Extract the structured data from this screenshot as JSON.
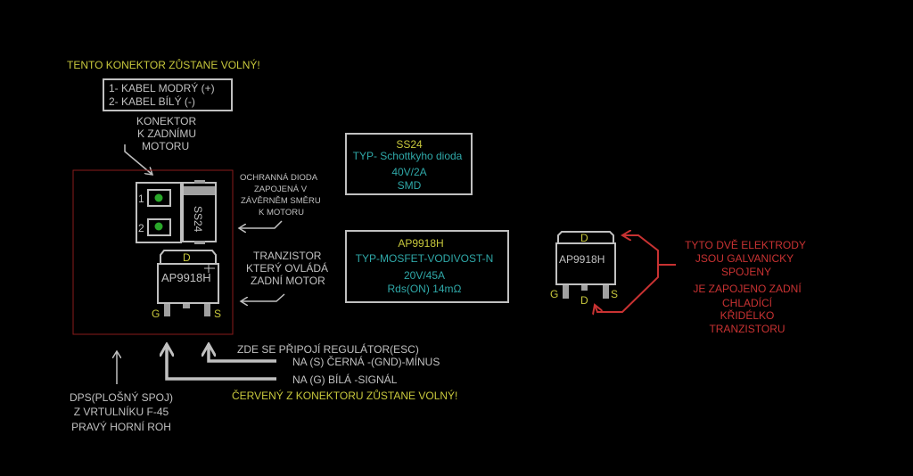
{
  "colors": {
    "background": "#000000",
    "grey": "#c0c0c0",
    "yellow": "#c8c83c",
    "teal": "#2fa8a8",
    "red": "#c83232",
    "board_outline": "#8a1c1c",
    "pad_green": "#2aa82a"
  },
  "top_note": "TENTO KONEKTOR ZŮSTANE VOLNÝ!",
  "cable_box": {
    "line1": "1- KABEL MODRÝ  (+)",
    "line2": "2- KABEL BÍLÝ  (-)"
  },
  "connector_label": [
    "KONEKTOR",
    "K ZADNÍMU",
    "MOTORU"
  ],
  "board": {
    "connector_pins": [
      "1",
      "2"
    ],
    "diode_marking": "SS24",
    "transistor_marking": "AP9918H",
    "pin_labels": {
      "drain": "D",
      "gate": "G",
      "source": "S"
    }
  },
  "diode_note": [
    "OCHRANNÁ DIODA",
    "ZAPOJENÁ V",
    "ZÁVĚRNĚM SMĚRU",
    "K MOTORU"
  ],
  "transistor_note": [
    "TRANZISTOR",
    "KTERÝ OVLÁDÁ",
    "ZADNÍ MOTOR"
  ],
  "diode_spec": {
    "name": "SS24",
    "type": "TYP- Schottkyho dioda",
    "rating": "40V/2A",
    "package": "SMD"
  },
  "transistor_spec": {
    "name": "AP9918H",
    "type": "TYP-MOSFET-VODIVOST-N",
    "rating": "20V/45A",
    "rds": "Rds(ON) 14mΩ"
  },
  "detail_part": {
    "marking": "AP9918H",
    "pins": {
      "top": "D",
      "gate": "G",
      "drain": "D",
      "source": "S"
    }
  },
  "detail_note": [
    "TYTO DVĚ ELEKTRODY",
    "JSOU GALVANICKY",
    "SPOJENY",
    "JE ZAPOJENO ZADNÍ",
    "CHLADÍCÍ",
    "KŘIDÉLKO",
    "TRANZISTORU"
  ],
  "esc_notes": {
    "title": "ZDE SE PŘIPOJÍ REGULÁTOR(ESC)",
    "source_wire": "NA (S) ČERNÁ  -(GND)-MÍNUS",
    "gate_wire": "NA (G) BÍLÁ  -SIGNÁL",
    "red_note": "ČERVENÝ Z KONEKTORU ZŮSTANE VOLNÝ!"
  },
  "pcb_note": [
    "DPS(PLOŠNÝ SPOJ)",
    "Z VRTULNÍKU F-45",
    "PRAVÝ HORNÍ ROH"
  ]
}
